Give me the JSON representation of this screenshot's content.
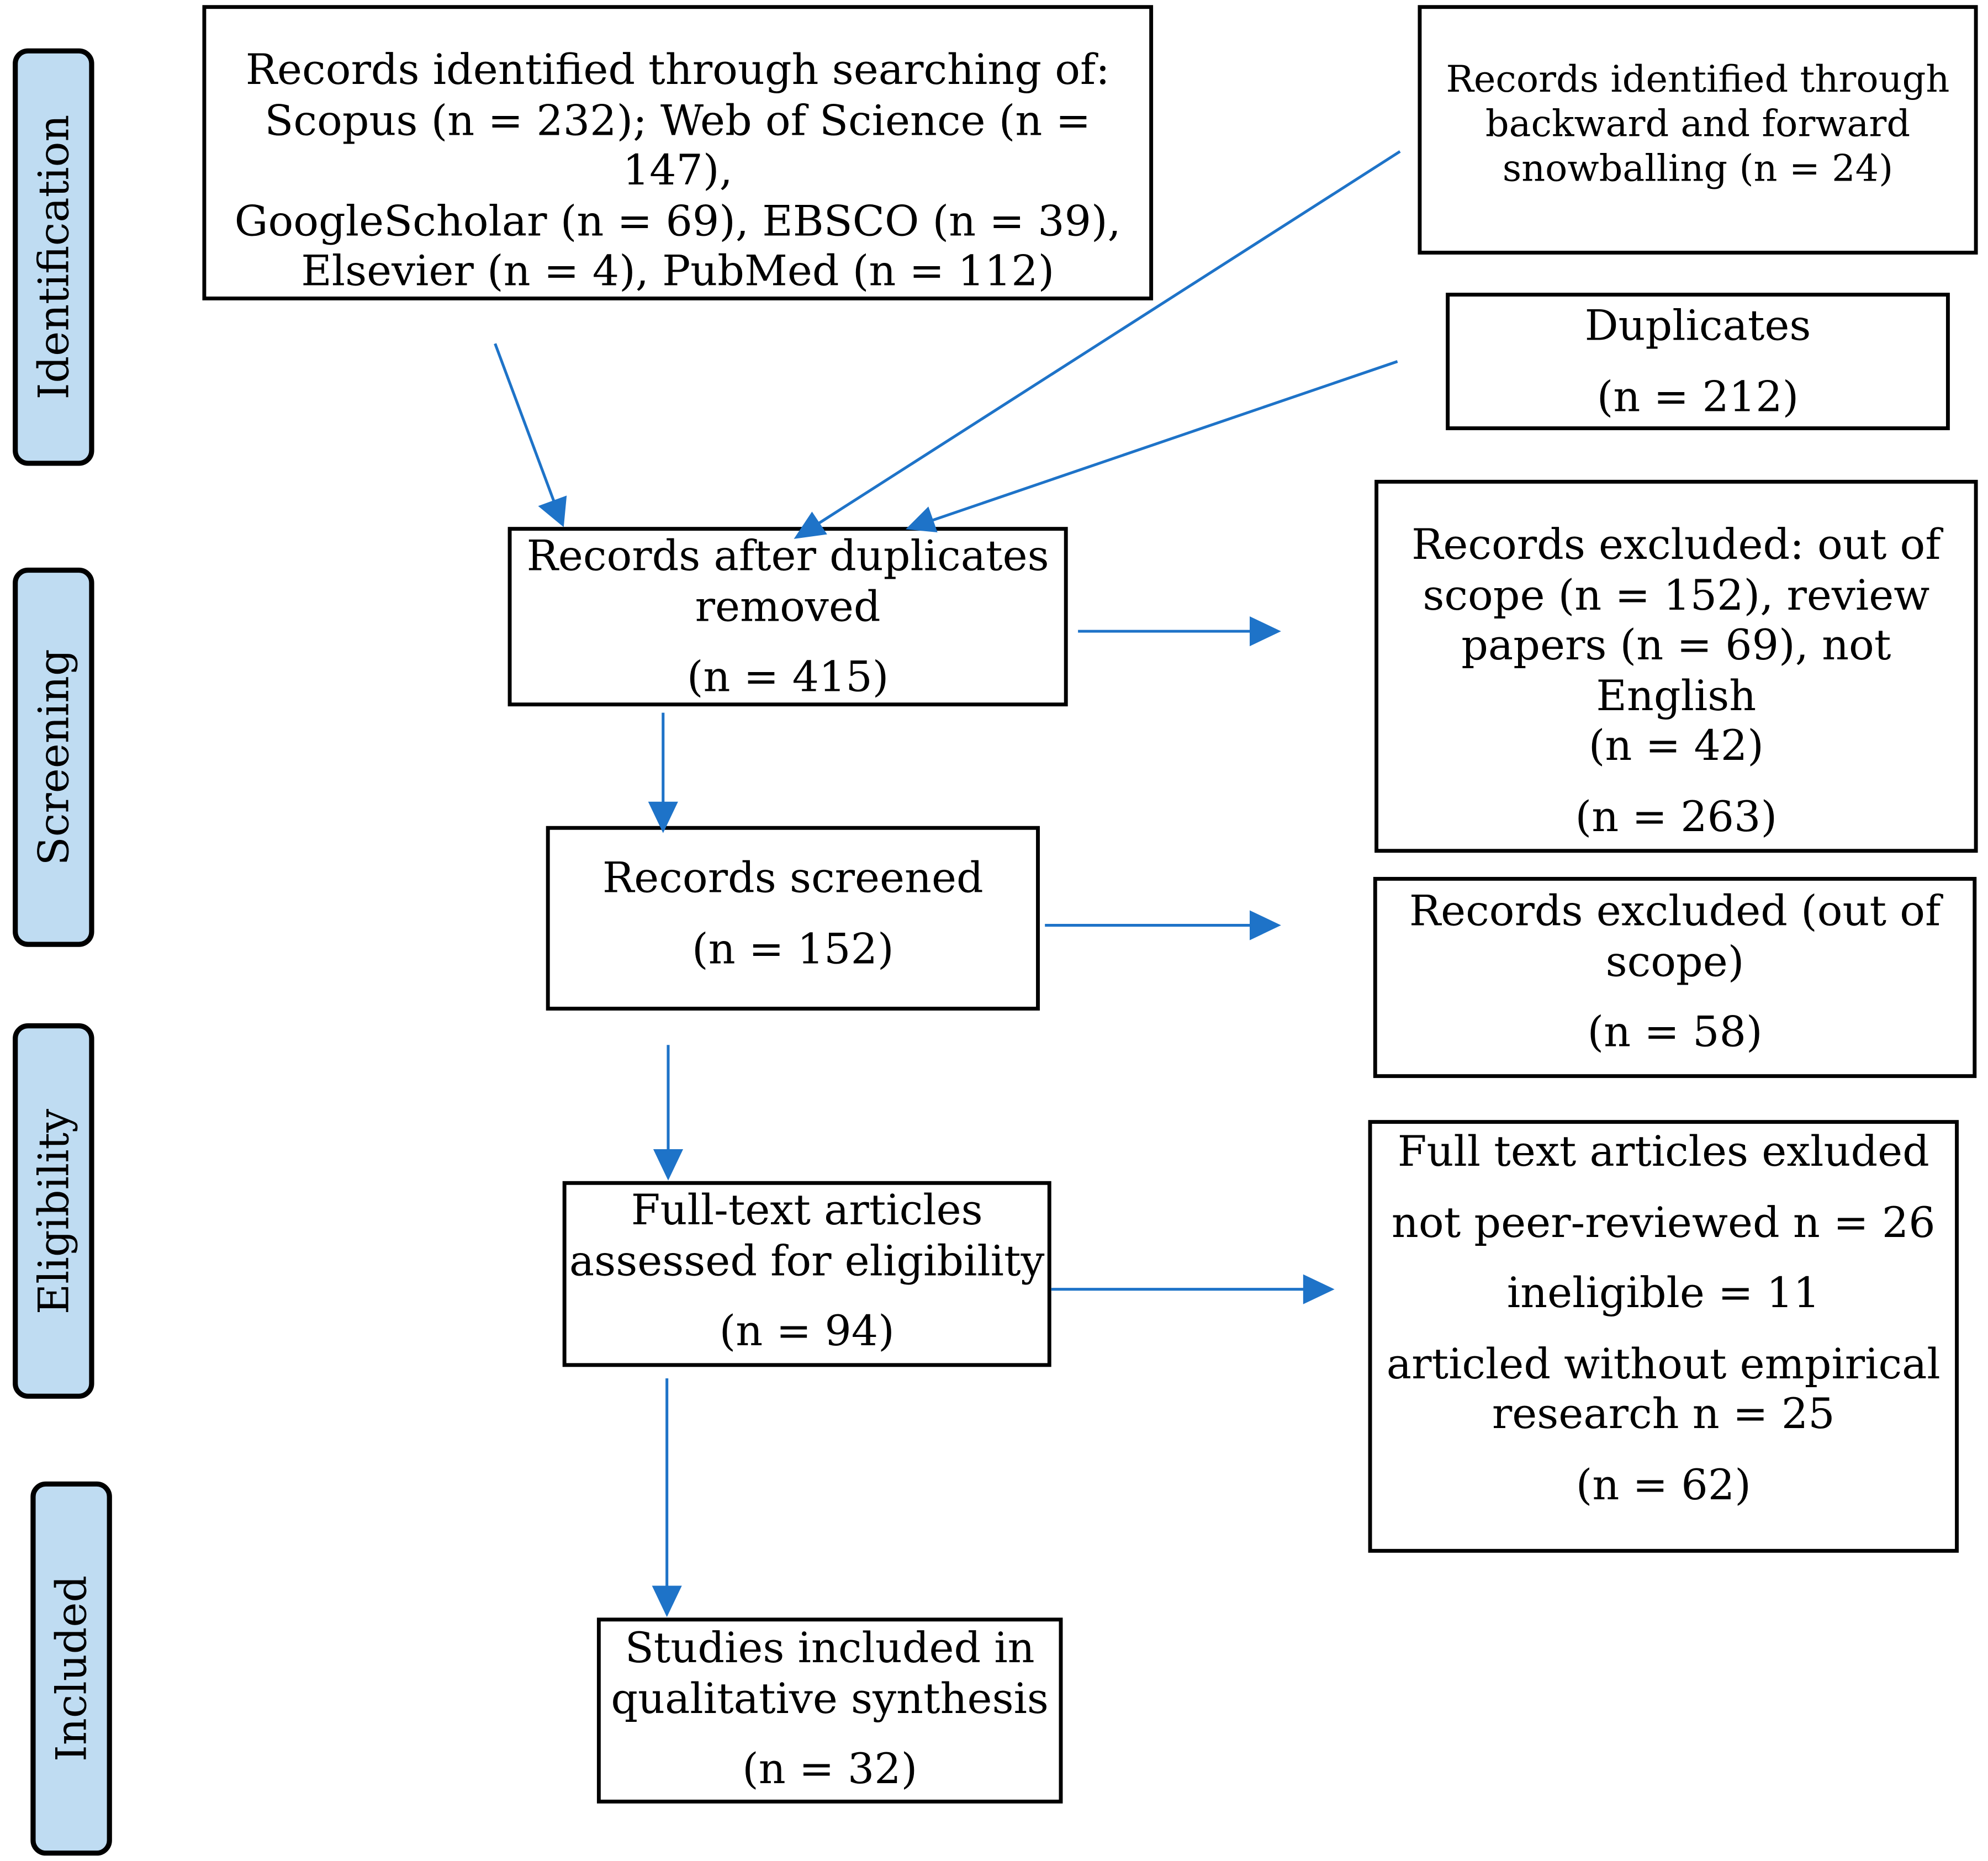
{
  "phases": {
    "identification": "Identification",
    "screening": "Screening",
    "eligibility": "Eligibility",
    "included": "Included"
  },
  "boxes": {
    "database_search": {
      "lines": [
        "Records identified through searching of:",
        "Scopus  (n = 232); Web of Science (n = 147),",
        "GoogleScholar (n = 69), EBSCO  (n = 39),",
        "Elsevier (n = 4), PubMed (n = 112)"
      ]
    },
    "snowballing": {
      "lines": [
        "Records identified through",
        "backward and forward",
        "snowballing (n = 24)"
      ]
    },
    "duplicates": {
      "title": "Duplicates",
      "count": "(n = 212)"
    },
    "after_duplicates": {
      "lines": [
        "Records after duplicates",
        "removed"
      ],
      "count": "(n = 415)"
    },
    "excluded_first": {
      "lines": [
        "Records excluded: out of",
        "scope (n = 152), review",
        "papers (n = 69), not English",
        "(n = 42)"
      ],
      "count": "(n  =  263)"
    },
    "screened": {
      "title": "Records screened",
      "count": "(n = 152)"
    },
    "excluded_scope": {
      "lines": [
        "Records excluded (out of",
        "scope)"
      ],
      "count": "(n = 58)"
    },
    "full_text": {
      "lines": [
        "Full-text articles",
        "assessed for eligibility"
      ],
      "count": "(n = 94)"
    },
    "full_text_excluded": {
      "title": "Full text articles exluded",
      "reason1": "not peer-reviewed n = 26",
      "reason2": "ineligible = 11",
      "reason3_lines": [
        "articled without empirical",
        "research n = 25"
      ],
      "count": "(n = 62)"
    },
    "included": {
      "lines": [
        "Studies included in",
        "qualitative synthesis"
      ],
      "count": "(n = 32)"
    }
  },
  "colors": {
    "arrow": "#1e73c8",
    "phase_fill": "#bfdcf2",
    "border": "#000000"
  }
}
